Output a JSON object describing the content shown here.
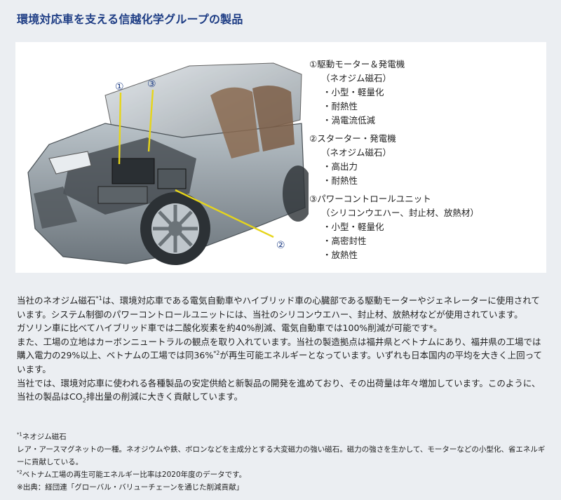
{
  "title": "環境対応車を支える信越化学グループの製品",
  "callouts": [
    "①",
    "③",
    "②"
  ],
  "products": [
    {
      "head": "①駆動モーター＆発電機",
      "material": "（ネオジム磁石）",
      "features": [
        "・小型・軽量化",
        "・耐熱性",
        "・渦電流低減"
      ]
    },
    {
      "head": "②スターター・発電機",
      "material": "（ネオジム磁石）",
      "features": [
        "・高出力",
        "・耐熱性"
      ]
    },
    {
      "head": "③パワーコントロールユニット",
      "material": "（シリコンウエハー、封止材、放熱材）",
      "features": [
        "・小型・軽量化",
        "・高密封性",
        "・放熱性"
      ]
    }
  ],
  "body": {
    "p1_a": "当社のネオジム磁石",
    "p1_sup": "*1",
    "p1_b": "は、環境対応車である電気自動車やハイブリッド車の心臓部である駆動モーターやジェネレーターに使用されています。システム制御のパワーコントロールユニットには、当社のシリコンウエハー、封止材、放熱材などが使用されています。",
    "p2": "ガソリン車に比べてハイブリッド車では二酸化炭素を約40%削減、電気自動車では100%削減が可能です*。",
    "p3_a": "また、工場の立地はカーボンニュートラルの観点を取り入れています。当社の製造拠点は福井県とベトナムにあり、福井県の工場では購入電力の29%以上、ベトナムの工場では同36%",
    "p3_sup": "*2",
    "p3_b": "が再生可能エネルギーとなっています。いずれも日本国内の平均を大きく上回っています。",
    "p4_a": "当社では、環境対応車に使われる各種製品の安定供給と新製品の開発を進めており、その出荷量は年々増加しています。このように、当社の製品はCO",
    "p4_sub": "2",
    "p4_b": "排出量の削減に大きく貢献しています。"
  },
  "notes": {
    "n1_sup": "*1",
    "n1_title": "ネオジム磁石",
    "n1_text": "レア・アースマグネットの一種。ネオジウムや鉄、ボロンなどを主成分とする大変磁力の強い磁石。磁力の強さを生かして、モーターなどの小型化、省エネルギーに貢献している。",
    "n2_sup": "*2",
    "n2_text": "ベトナム工場の再生可能エネルギー比率は2020年度のデータです。",
    "n3_text": "※出典：経団連「グローバル・バリューチェーンを通じた削減貢献」"
  },
  "colors": {
    "title": "#1d3c84",
    "callout_line": "#e6d51a",
    "page_bg": "#ebeef2"
  }
}
